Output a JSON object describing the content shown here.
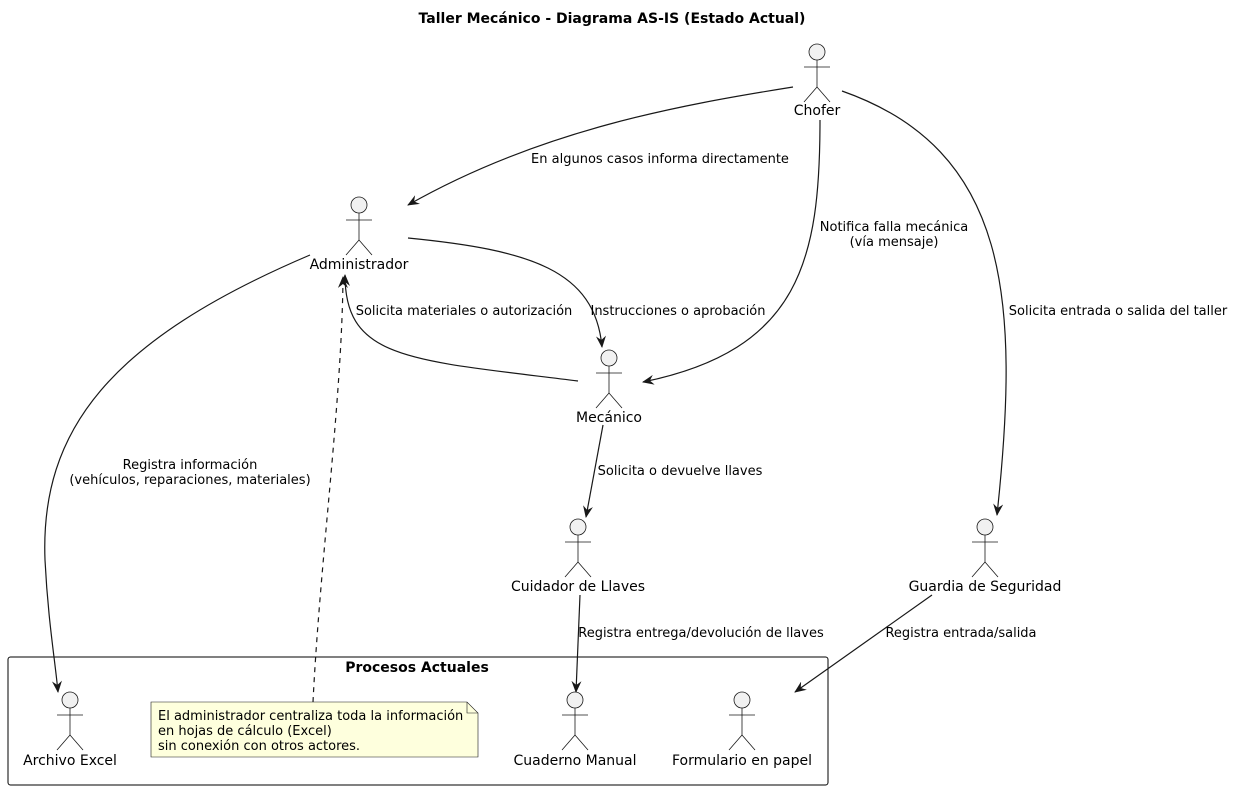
{
  "title": "Taller Mecánico - Diagrama AS-IS (Estado Actual)",
  "actors": {
    "chofer": "Chofer",
    "administrador": "Administrador",
    "mecanico": "Mecánico",
    "cuidador": "Cuidador de Llaves",
    "guardia": "Guardia de Seguridad",
    "excel": "Archivo Excel",
    "cuaderno": "Cuaderno Manual",
    "formulario": "Formulario en papel"
  },
  "package": {
    "title": "Procesos Actuales"
  },
  "note": {
    "lines": [
      "El administrador centraliza toda la información",
      "en hojas de cálculo (Excel)",
      "sin conexión con otros actores."
    ]
  },
  "edges": {
    "chofer_admin": [
      "En algunos casos informa directamente"
    ],
    "chofer_mecanico": [
      "Notifica falla mecánica",
      "(vía mensaje)"
    ],
    "chofer_guardia": [
      "Solicita entrada o salida del taller"
    ],
    "admin_mecanico": [
      "Instrucciones o aprobación"
    ],
    "mecanico_admin": [
      "Solicita materiales o autorización"
    ],
    "admin_excel": [
      "Registra información",
      "(vehículos, reparaciones, materiales)"
    ],
    "mecanico_cuidador": [
      "Solicita o devuelve llaves"
    ],
    "cuidador_cuaderno": [
      "Registra entrega/devolución de llaves"
    ],
    "guardia_formulario": [
      "Registra entrada/salida"
    ]
  },
  "colors": {
    "actor_fill": "#F1F1F1",
    "line": "#181818",
    "note_fill": "#FEFFDD",
    "background": "#FFFFFF"
  }
}
